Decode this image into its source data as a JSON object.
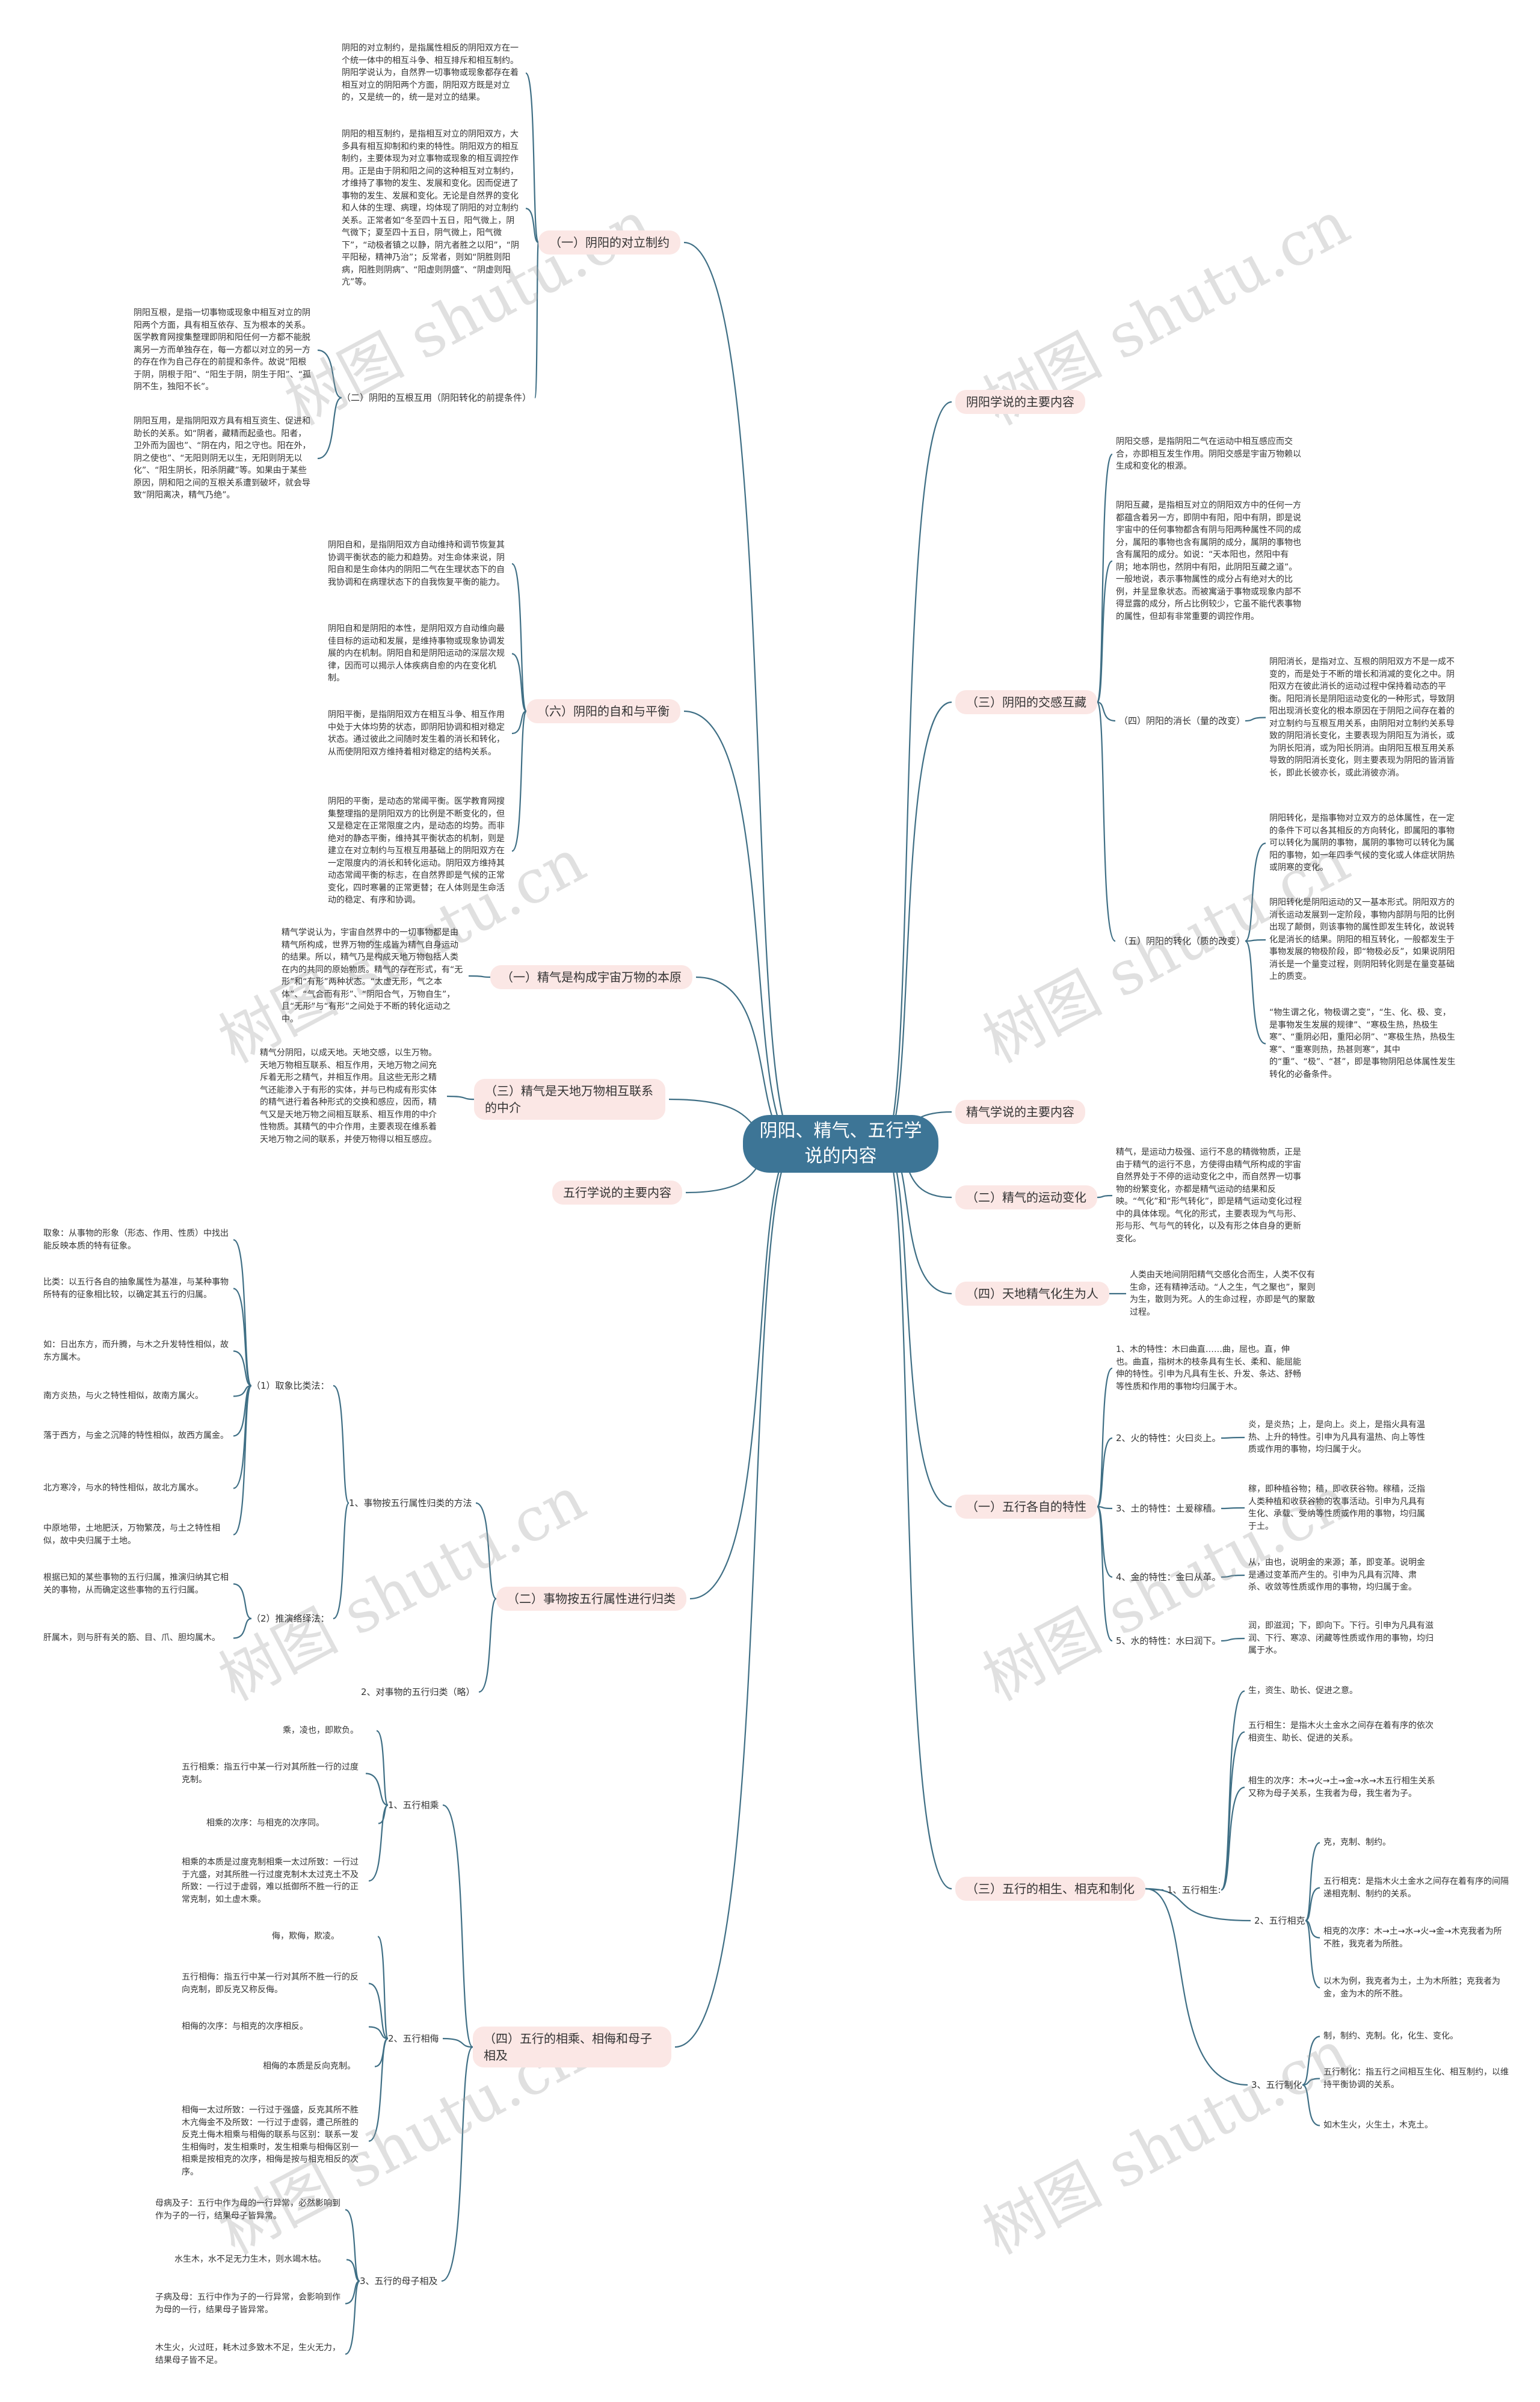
{
  "root": "阴阳、精气、五行学说的内容",
  "watermark": "树图 shutu.cn",
  "colors": {
    "root_bg": "#3d7596",
    "branch_bg": "#fbe7e5",
    "line": "#3f6f85"
  },
  "branches": {
    "yinyang_main": "阴阳学说的主要内容",
    "jingqi_main": "精气学说的主要内容",
    "wuxing_main": "五行学说的主要内容",
    "yy_duili": "（一）阴阳的对立制约",
    "yy_jiaogan": "（三）阴阳的交感互藏",
    "yy_zihe": "（六）阴阳的自和与平衡",
    "jq_benyuan": "（一）精气是构成宇宙万物的本原",
    "jq_zhongjie": "（三）精气是天地万物相互联系的中介",
    "jq_yundong": "（二）精气的运动变化",
    "jq_tianren": "（四）天地精气化生为人",
    "wx_texing": "（一）五行各自的特性",
    "wx_shengke": "（三）五行的相生、相克和制化",
    "wx_guilei": "（二）事物按五行属性进行归类",
    "wx_chengwu": "（四）五行的相乘、相侮和母子相及"
  },
  "subs": {
    "hugen": "（二）阴阳的互根互用（阴阳转化的前提条件）",
    "xiaozhang": "（四）阴阳的消长（量的改变）",
    "zhuanhua": "（五）阴阳的转化（质的改变）",
    "guilei_fangfa": "1、事物按五行属性归类的方法",
    "qu_xiang": "（1）取象比类法：",
    "tui_yan": "（2）推演络绎法：",
    "guilei_biao": "2、对事物的五行归类（略）",
    "xiangcheng": "1、五行相乘",
    "xiangwu": "2、五行相侮",
    "muzi": "3、五行的母子相及",
    "sk_xiangsheng": "1、五行相生:",
    "sk_xiangke": "2、五行相克",
    "sk_zhihua": "3、五行制化",
    "mu": "1、木的特性：木曰曲直……曲，屈也。直，伸也。曲直，指树木的枝条具有生长、柔和、能屈能伸的特性。引申为凡具有生长、升发、条达、舒畅等性质和作用的事物均归属于木。",
    "huo": "2、火的特性：火曰炎上。",
    "tu": "3、土的特性：土爰稼穑。",
    "jin": "4、金的特性：金曰从革。",
    "shui": "5、水的特性：水曰润下。"
  },
  "texts": {
    "duili_1": "阴阳的对立制约，是指属性相反的阴阳双方在一个统一体中的相互斗争、相互排斥和相互制约。阴阳学说认为，自然界一切事物或现象都存在着相互对立的阴阳两个方面，阴阳双方既是对立的，又是统一的，统一是对立的结果。",
    "duili_2": "阴阳的相互制约，是指相互对立的阴阳双方，大多具有相互抑制和约束的特性。阴阳双方的相互制约，主要体现为对立事物或现象的相互调控作用。正是由于阴和阳之间的这种相互对立制约，才维持了事物的发生、发展和变化。因而促进了事物的发生、发展和变化。无论是自然界的变化和人体的生理、病理，均体现了阴阳的对立制约关系。正常者如“冬至四十五日，阳气微上，阴气微下；夏至四十五日，阴气微上，阳气微下”，“动极者镇之以静，阴亢者胜之以阳”，“阴平阳秘，精神乃治”；反常者，则如“阴胜则阳病，阳胜则阴病”、“阳虚则阴盛”、“阴虚则阳亢”等。",
    "hugen_1": "阴阳互根，是指一切事物或现象中相互对立的阴阳两个方面，具有相互依存、互为根本的关系。医学教育网搜集整理即阴和阳任何一方都不能脱离另一方而单独存在，每一方都以对立的另一方的存在作为自己存在的前提和条件。故说“阳根于阴，阴根于阳”、“阳生于阴，阴生于阳”、“孤阴不生，独阳不长”。",
    "hugen_2": "阴阳互用，是指阴阳双方具有相互资生、促进和助长的关系。如“阴者，藏精而起亟也。阳者，卫外而为固也”、“阴在内，阳之守也。阳在外，阴之使也”、“无阳则阴无以生，无阳则阴无以化”、“阳生阴长，阳杀阴藏”等。如果由于某些原因，阴和阳之间的互根关系遭到破坏，就会导致“阴阳离决，精气乃绝”。",
    "zihe_1": "阴阳自和，是指阴阳双方自动维持和调节恢复其协调平衡状态的能力和趋势。对生命体来说，阴阳自和是生命体内的阴阳二气在生理状态下的自我协调和在病理状态下的自我恢复平衡的能力。",
    "zihe_2": "阴阳自和是阴阳的本性，是阴阳双方自动维向最佳目标的运动和发展，是维持事物或现象协调发展的内在机制。阴阳自和是阴阳运动的深层次规律，因而可以揭示人体疾病自愈的内在变化机制。",
    "zihe_3": "阴阳平衡，是指阴阳双方在相互斗争、相互作用中处于大体均势的状态，即阴阳协调和相对稳定状态。通过彼此之间随时发生着的消长和转化，从而使阴阳双方维持着相对稳定的结构关系。",
    "zihe_4": "阴阳的平衡，是动态的常阈平衡。医学教育网搜集整理指的是阴阳双方的比例是不断变化的，但又是稳定在正常限度之内，是动态的均势。而非绝对的静态平衡，维持其平衡状态的机制，则是建立在对立制约与互根互用基础上的阴阳双方在一定限度内的消长和转化运动。阴阳双方维持其动态常阈平衡的标志，在自然界即是气候的正常变化，四时寒暑的正常更替；在人体则是生命活动的稳定、有序和协调。",
    "jiaogan_1": "阴阳交感，是指阴阳二气在运动中相互感应而交合，亦即相互发生作用。阴阳交感是宇宙万物赖以生成和变化的根源。",
    "jiaogan_2": "阴阳互藏，是指相互对立的阴阳双方中的任何一方都蕴含着另一方，即阴中有阳，阳中有阴，即是说宇宙中的任何事物都含有阴与阳两种属性不同的成分，属阳的事物也含有属阴的成分，属阴的事物也含有属阳的成分。如说：“天本阳也，然阳中有阴；地本阴也，然阴中有阳，此阴阳互藏之道”。一般地说，表示事物属性的成分占有绝对大的比例，并呈显象状态。而被寓涵于事物或现象内部不得显露的成分，所占比例较少，它虽不能代表事物的属性，但却有非常重要的调控作用。",
    "xiaozhang_1": "阴阳消长，是指对立、互根的阴阳双方不是一成不变的，而是处于不断的增长和消减的变化之中。阴阳双方在彼此消长的运动过程中保持着动态的平衡。阳阳消长是阴阳运动变化的一种形式，导致阴阳出现消长变化的根本原因在于阴阳之间存在着的对立制约与互根互用关系，由阴阳对立制约关系导致的阴阳消长变化，主要表现为阴阳互为消长，或为阴长阳消，或为阳长阴消。由阴阳互根互用关系导致的阴阳消长变化，则主要表现为阴阳的皆消皆长，即此长彼亦长，或此消彼亦消。",
    "zhuanhua_1": "阴阳转化，是指事物对立双方的总体属性，在一定的条件下可以各其相反的方向转化，即属阳的事物可以转化为属阴的事物，属阴的事物可以转化为属阳的事物，如一年四季气候的变化或人体症状阴热或阴寒的变化。",
    "zhuanhua_2": "阴阳转化是阴阳运动的又一基本形式。阴阳双方的消长运动发展到一定阶段，事物内部阴与阳的比例出现了颠倒，则该事物的属性即发生转化，故说转化是消长的结果。阴阳的相互转化，一般都发生于事物发展的物极阶段，即“物极必反”，如果说阴阳消长是一个量变过程，则阴阳转化则是在量变基础上的质变。",
    "zhuanhua_3": "“物生谓之化，物极谓之变”，“生、化、极、变，是事物发生发展的规律”、“寒极生热，热极生寒”、“重阴必阳，重阳必阴”、“寒极生热，热极生寒”、“重寒则热，热甚则寒”，其中的“重”、“极”、“甚”，即是事物阴阳总体属性发生转化的必备条件。",
    "benyuan_1": "精气学说认为，宇宙自然界中的一切事物都是由精气所构成，世界万物的生成皆为精气自身运动的结果。所以，精气乃是构成天地万物包括人类在内的共同的原始物质。精气的存在形式，有“无形”和“有形”两种状态。“太虚无形，气之本体”、“气合而有形”、“阴阳合气，万物自生”，且“无形”与“有形”之间处于不断的转化运动之中。",
    "zhongjie_1": "精气分阴阳，以成天地。天地交感，以生万物。天地万物相互联系、相互作用，天地万物之间充斥着无形之精气，并相互作用。且这些无形之精气还能渗入于有形的实体，并与已构成有形实体的精气进行着各种形式的交换和感应，因而，精气又是天地万物之间相互联系、相互作用的中介性物质。其精气的中介作用，主要表现在维系着天地万物之间的联系，并使万物得以相互感应。",
    "yundong_1": "精气，是运动力极强、运行不息的精微物质，正是由于精气的运行不息，方使得由精气所构成的宇宙自然界处于不停的运动变化之中，而自然界一切事物的纷繁变化，亦都是精气运动的结果和反映。“气化”和“形气转化”，即是精气运动变化过程中的具体体现。气化的形式，主要表现为气与形、形与形、气与气的转化，以及有形之体自身的更新变化。",
    "tianren_1": "人类由天地间阴阳精气交感化合而生，人类不仅有生命，还有精神活动。“人之生，气之聚也”，聚则为生，散则为死。人的生命过程，亦即是气的聚散过程。",
    "huo_1": "炎，是炎热；上，是向上。炎上，是指火具有温热、上升的特性。引申为凡具有温热、向上等性质或作用的事物，均归属于火。",
    "tu_1": "稼，即种植谷物；穑，即收获谷物。稼穑，泛指人类种植和收获谷物的农事活动。引申为凡具有生化、承载、受纳等性质或作用的事物，均归属于土。",
    "jin_1": "从，由也，说明金的来源；革，即变革。说明金是通过变革而产生的。引申为凡具有沉降、肃杀、收敛等性质或作用的事物，均归属于金。",
    "shui_1": "润，即滋润；下，即向下。下行。引申为凡具有滋润、下行、寒凉、闭藏等性质或作用的事物，均归属于水。",
    "xs_1": "生，资生、助长、促进之意。",
    "xs_2": "五行相生：是指木火土金水之间存在着有序的依次相资生、助长、促进的关系。",
    "xs_3": "相生的次序：木→火→土→金→水→木五行相生关系又称为母子关系，生我者为母，我生者为子。",
    "xk_1": "克，克制、制约。",
    "xk_2": "五行相克：是指木火土金水之间存在着有序的间隔递相克制、制约的关系。",
    "xk_3": "相克的次序：木→土→水→火→金→木克我者为所不胜，我克者为所胜。",
    "xk_4": "以木为例，我克者为土，土为木所胜；克我者为金，金为木的所不胜。",
    "zh_1": "制，制约、克制。化，化生、变化。",
    "zh_2": "五行制化：指五行之间相互生化、相互制约，以维持平衡协调的关系。",
    "zh_3": "如木生火，火生土，木克土。",
    "qx_1": "取象：从事物的形象（形态、作用、性质）中找出能反映本质的特有征象。",
    "qx_2": "比类：以五行各自的抽象属性为基准，与某种事物所特有的征象相比较，以确定其五行的归属。",
    "qx_3": "如：日出东方，而升腾，与木之升发特性相似，故东方属木。",
    "qx_4": "南方炎热，与火之特性相似，故南方属火。",
    "qx_5": "落于西方，与金之沉降的特性相似，故西方属金。",
    "qx_6": "北方寒冷，与水的特性相似，故北方属水。",
    "qx_7": "中原地带，土地肥沃，万物繁茂，与土之特性相似，故中央归属于土地。",
    "ty_1": "根据已知的某些事物的五行归属，推演归纳其它相关的事物，从而确定这些事物的五行归属。",
    "ty_2": "肝属木，则与肝有关的筋、目、爪、胆均属木。",
    "xc_1": "乘，凌也，即欺负。",
    "xc_2": "五行相乘：指五行中某一行对其所胜一行的过度克制。",
    "xc_3": "相乘的次序：与相克的次序同。",
    "xc_4": "相乘的本质是过度克制相乘一太过所致：一行过于亢盛，对其所胜一行过度克制木太过克土不及所致：一行过于虚弱，难以抵御所不胜一行的正常克制，如土虚木乘。",
    "xw_1": "侮，欺侮，欺凌。",
    "xw_2": "五行相侮：指五行中某一行对其所不胜一行的反向克制，即反克又称反侮。",
    "xw_3": "相侮的次序：与相克的次序相反。",
    "xw_4": "相侮的本质是反向克制。",
    "xw_5": "相侮一太过所致：一行过于强盛，反克其所不胜木亢侮金不及所致：一行过于虚弱，遭己所胜的反克土侮木相乘与相侮的联系与区别：联系一发生相侮时，发生相乘时，发生相乘与相侮区别一相乘是按相克的次序，相侮是按与相克相反的次序。",
    "mz_1": "母病及子：五行中作为母的一行异常，必然影响到作为子的一行，结果母子皆异常。",
    "mz_2": "水生木，水不足无力生木，则水竭木枯。",
    "mz_3": "子病及母：五行中作为子的一行异常，会影响到作为母的一行，结果母子皆异常。",
    "mz_4": "木生火，火过旺，耗木过多致木不足，生火无力，结果母子皆不足。"
  }
}
